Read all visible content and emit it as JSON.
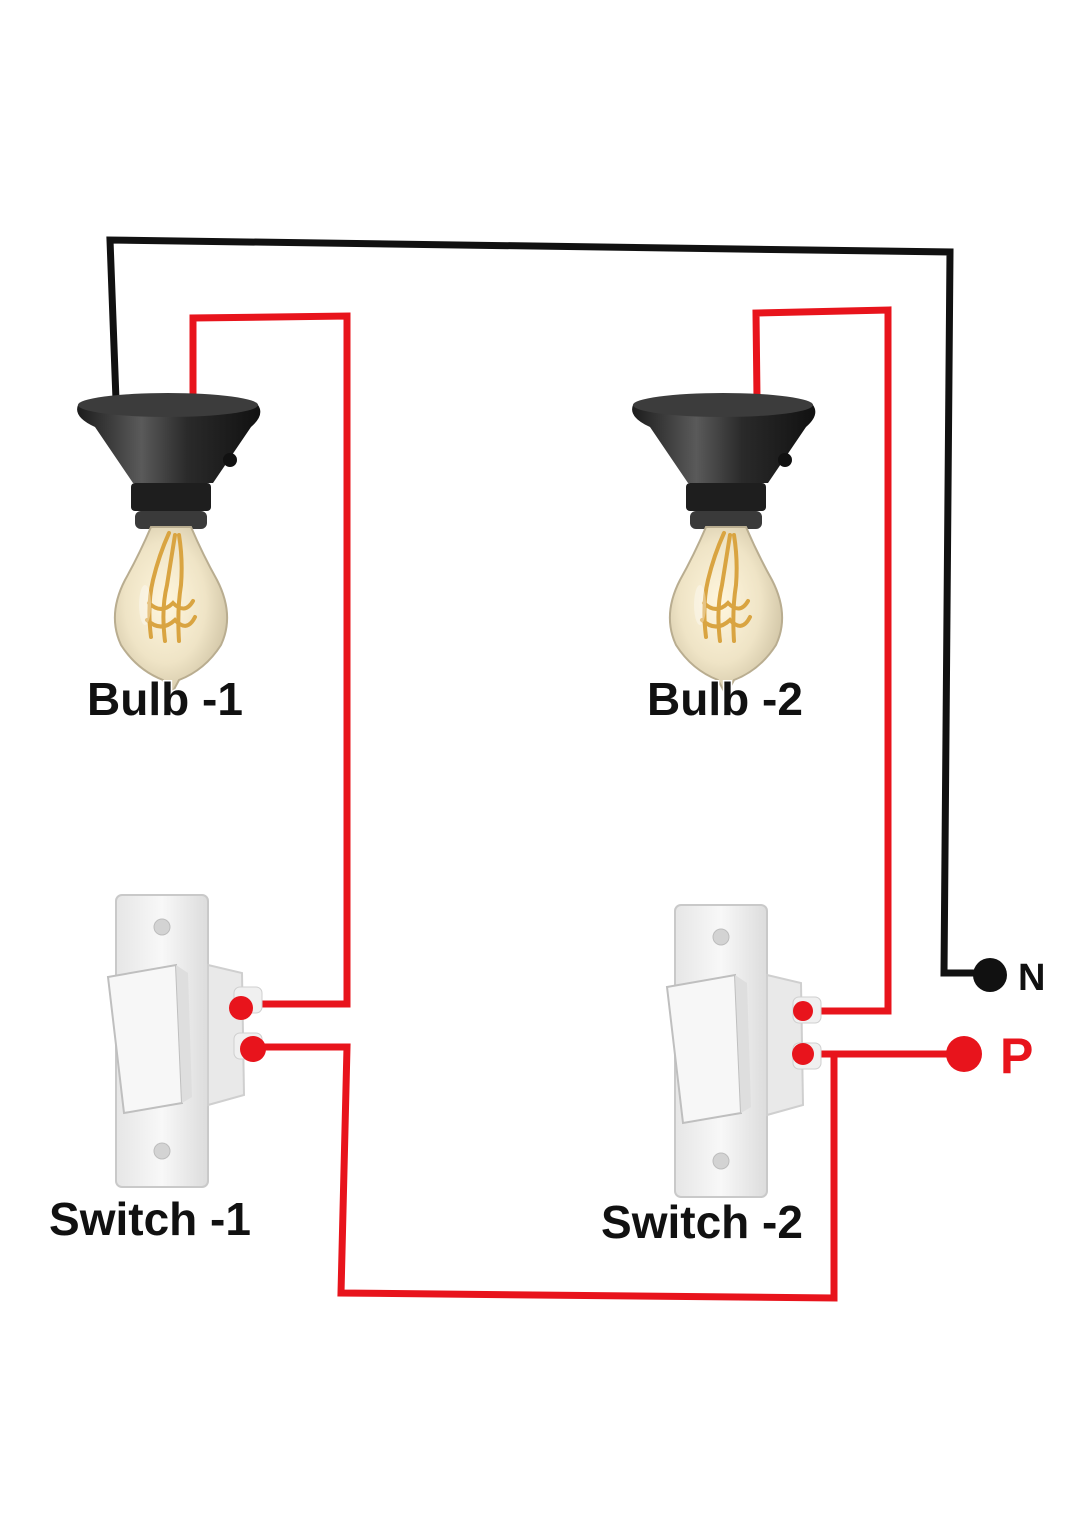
{
  "diagram": {
    "labels": {
      "bulb1": "Bulb -1",
      "bulb2": "Bulb -2",
      "switch1": "Switch -1",
      "switch2": "Switch -2",
      "neutral": "N",
      "phase": "P"
    },
    "colors": {
      "background": "#ffffff",
      "neutral_wire": "#111111",
      "phase_wire": "#e8141c",
      "holder": "#2f2f2f",
      "switch_plate": "#f2f2f2",
      "filament": "#d9a441"
    },
    "icons": {
      "bulb": "light-bulb-icon",
      "holder": "bulb-holder-icon",
      "switch": "wall-switch-icon",
      "terminal": "terminal-dot-icon"
    }
  }
}
